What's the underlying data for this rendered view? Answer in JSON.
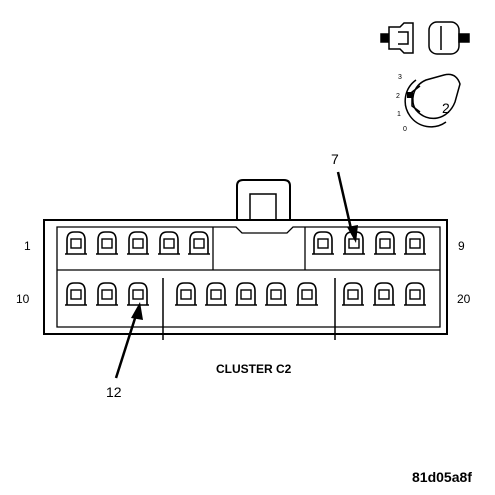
{
  "diagram": {
    "connector_name": "CLUSTER C2",
    "pin_labels": {
      "row1_left": "1",
      "row1_right": "9",
      "row2_left": "10",
      "row2_right": "20"
    },
    "callouts": {
      "top": "7",
      "bottom": "12"
    },
    "icon": {
      "position_labels": [
        "3",
        "2",
        "1",
        "0"
      ],
      "marker": "2"
    },
    "reference_code": "81d05a8f"
  }
}
